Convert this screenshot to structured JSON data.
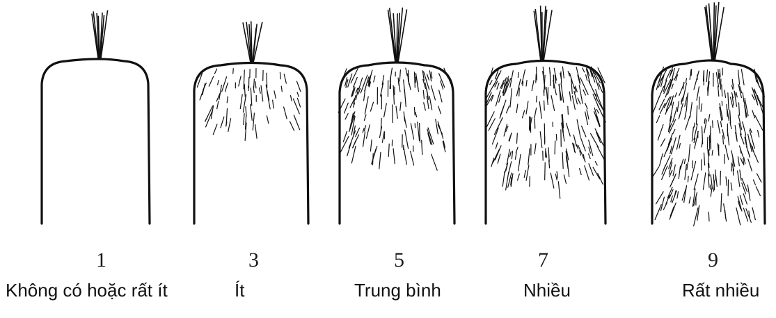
{
  "figure": {
    "stages": [
      {
        "score": "1",
        "label": "Không có hoặc rất ít",
        "hair_density": 0.0
      },
      {
        "score": "3",
        "label": "Ít",
        "hair_density": 0.25
      },
      {
        "score": "5",
        "label": "Trung bình",
        "hair_density": 0.5
      },
      {
        "score": "7",
        "label": "Nhiều",
        "hair_density": 0.75
      },
      {
        "score": "9",
        "label": "Rất nhiều",
        "hair_density": 1.0
      }
    ],
    "ink_color": "#111111"
  }
}
